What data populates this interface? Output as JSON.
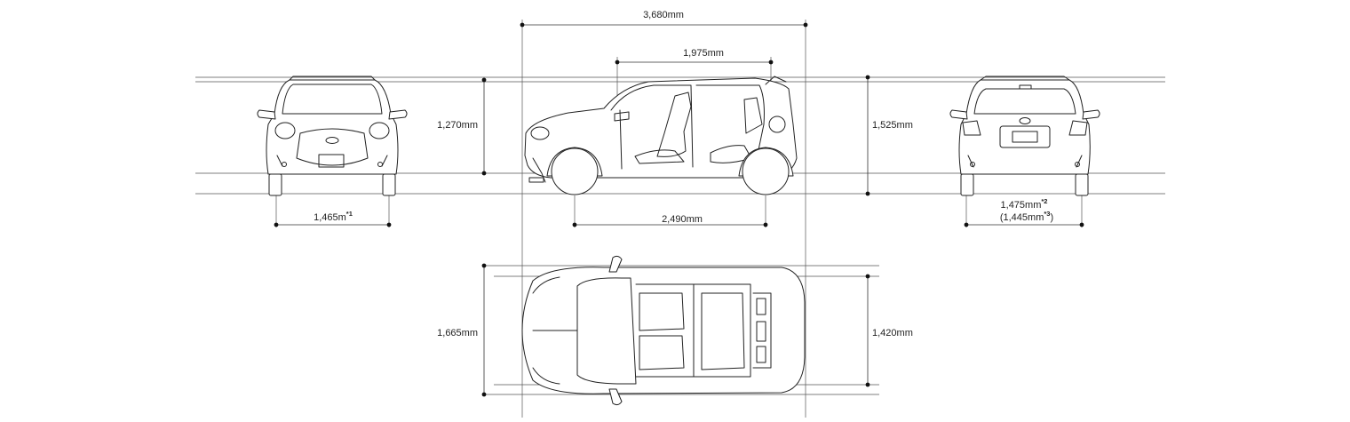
{
  "dimensions": {
    "overall_length": "3,680mm",
    "interior_length": "1,975mm",
    "wheelbase": "2,490mm",
    "front_height": "1,270mm",
    "overall_height": "1,525mm",
    "front_tread": {
      "value": "1,465m",
      "note": "*1"
    },
    "rear_tread": {
      "value": "1,475mm",
      "note": "*2"
    },
    "rear_tread_alt": {
      "value": "(1,445mm",
      "note": "*3",
      "suffix": ")"
    },
    "overall_width": "1,665mm",
    "interior_width": "1,420mm"
  }
}
